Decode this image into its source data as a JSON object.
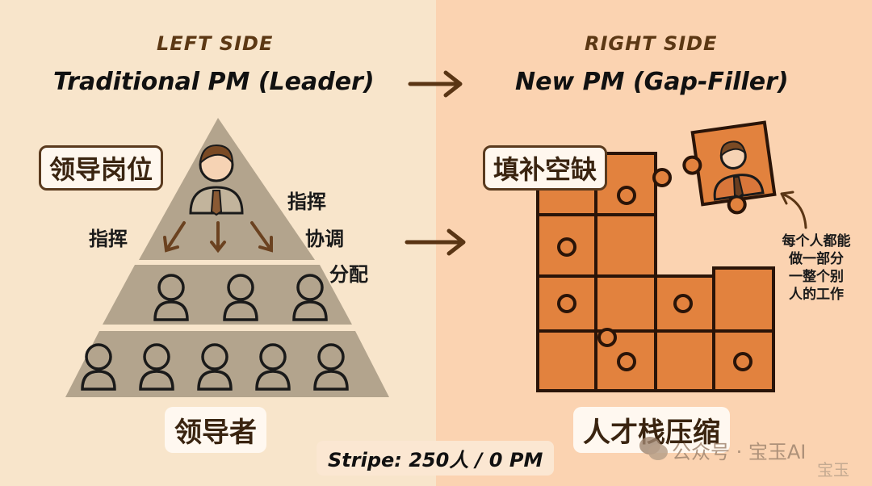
{
  "left": {
    "side_label": "LEFT SIDE",
    "title": "Traditional PM (Leader)",
    "position_tag": "领导岗位",
    "verbs_left": "指挥",
    "verbs_right": [
      "指挥",
      "协调",
      "分配"
    ],
    "bottom_label": "领导者",
    "pyramid": {
      "tier1_people": 1,
      "tier2_people": 3,
      "tier3_people": 5
    }
  },
  "right": {
    "side_label": "RIGHT SIDE",
    "title": "New PM (Gap-Filler)",
    "gap_tag": "填补空缺",
    "note_lines": [
      "每个人都能",
      "做一部分",
      "一整个别",
      "人的工作"
    ],
    "bottom_label": "人才栈压缩"
  },
  "footer": "Stripe: 250人 / 0 PM",
  "watermark": {
    "text": "公众号 · 宝玉AI",
    "sub": "宝玉"
  },
  "colors": {
    "left_bg": "#f8e5cb",
    "right_bg": "#fbd3b1",
    "pyramid": "#b3a48d",
    "puzzle": "#e2823e",
    "accent_brown": "#5c3814"
  }
}
